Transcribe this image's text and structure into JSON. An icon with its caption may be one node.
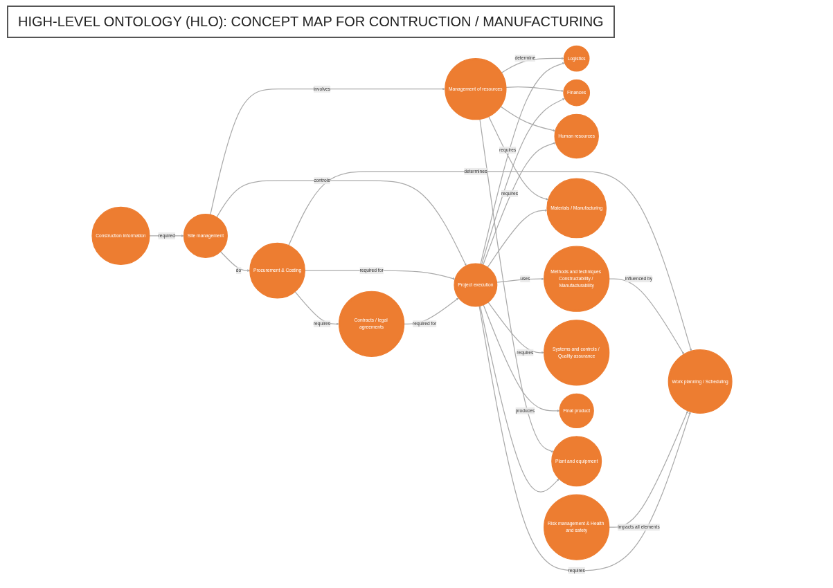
{
  "diagram": {
    "title": "HIGH-LEVEL ONTOLOGY (HLO): CONCEPT MAP FOR CONTRUCTION / MANUFACTURING",
    "nodes": [
      {
        "text": [
          "Construction information"
        ]
      },
      {
        "text": [
          "Site management"
        ]
      },
      {
        "text": [
          "Management of resources"
        ]
      },
      {
        "text": [
          "Procurement & Costing"
        ]
      },
      {
        "text": [
          "Logistics"
        ]
      },
      {
        "text": [
          "Finances"
        ]
      },
      {
        "text": [
          "Contracts / legal agreements"
        ]
      },
      {
        "text": [
          "Project execution"
        ]
      },
      {
        "text": [
          "Human resources"
        ]
      },
      {
        "text": [
          "Methods and techniques Constructability / Manufacturability"
        ]
      },
      {
        "text": [
          "Work planning / Scheduling"
        ]
      },
      {
        "text": [
          "Materials / Manufacturing"
        ]
      },
      {
        "text": [
          "Risk management & Health and safety"
        ]
      },
      {
        "text": [
          "Systems and controls / Quality assurance"
        ]
      },
      {
        "text": [
          "Final product"
        ]
      },
      {
        "text": [
          "Plant and equipment"
        ]
      }
    ],
    "edges": [
      {
        "from": 0,
        "to": 1,
        "arrow": "to",
        "label": "required"
      },
      {
        "from": 1,
        "to": 3,
        "arrow": "to",
        "label": "do"
      },
      {
        "from": 1,
        "to": 2,
        "arrow": "to",
        "label": "involves"
      },
      {
        "from": 1,
        "to": 7,
        "arrow": "to",
        "label": "controls"
      },
      {
        "from": 2,
        "to": 4,
        "arrow": "to",
        "label": "determine"
      },
      {
        "from": 2,
        "to": 5,
        "arrow": "to"
      },
      {
        "from": 2,
        "to": 8,
        "arrow": "to"
      },
      {
        "from": 2,
        "to": 11,
        "arrow": "to"
      },
      {
        "from": 2,
        "to": 15,
        "arrow": "to"
      },
      {
        "from": 3,
        "to": 6,
        "arrow": "to",
        "label": "requires"
      },
      {
        "from": 3,
        "to": 7,
        "arrow": "to",
        "label": "required for"
      },
      {
        "from": 3,
        "to": 10,
        "arrow": "to",
        "label": "determines"
      },
      {
        "from": 6,
        "to": 7,
        "arrow": "to",
        "label": "required for"
      },
      {
        "from": 7,
        "to": 4,
        "arrow": "to",
        "label": "requires"
      },
      {
        "from": 7,
        "to": 8,
        "arrow": "to",
        "label": "requires"
      },
      {
        "from": 7,
        "to": 5,
        "arrow": "to"
      },
      {
        "from": 7,
        "to": 11,
        "arrow": "to"
      },
      {
        "from": 7,
        "to": 15,
        "arrow": "to"
      },
      {
        "from": 7,
        "to": 9,
        "arrow": "to",
        "label": "uses"
      },
      {
        "from": 9,
        "to": 10,
        "arrow": "to",
        "label": "influenced by"
      },
      {
        "from": 12,
        "to": 10,
        "arrow": "to",
        "label": "impacts all elements"
      },
      {
        "from": 7,
        "to": 10,
        "arrow": "to",
        "label": "requires"
      },
      {
        "from": 7,
        "to": 13,
        "arrow": "to",
        "label": "requires"
      },
      {
        "from": 7,
        "to": 14,
        "arrow": "to",
        "label": "produces"
      }
    ]
  }
}
